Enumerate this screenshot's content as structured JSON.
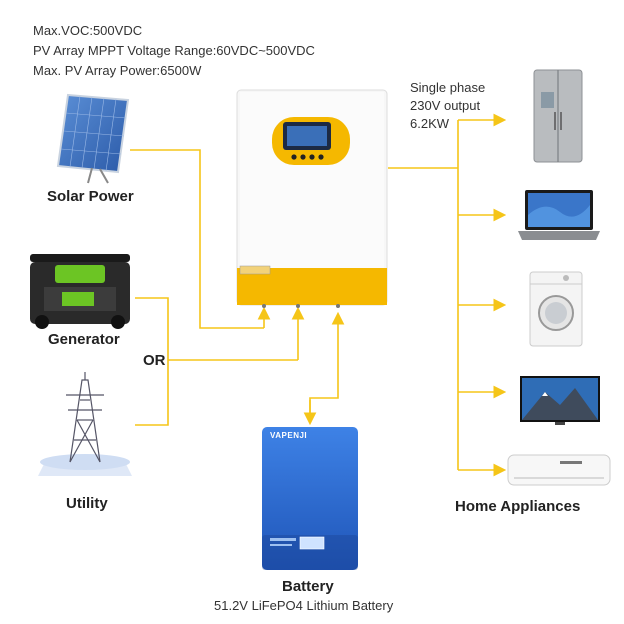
{
  "specs": [
    "Max.VOC:500VDC",
    "PV Array MPPT Voltage Range:60VDC~500VDC",
    "Max. PV Array Power:6500W"
  ],
  "sources": {
    "solar": "Solar Power",
    "generator": "Generator",
    "or": "OR",
    "utility": "Utility"
  },
  "output": [
    "Single phase",
    "230V output",
    "6.2KW"
  ],
  "battery": {
    "title": "Battery",
    "subtitle": "51.2V LiFePO4 Lithium Battery",
    "brand": "VAPENJI"
  },
  "appliances_label": "Home Appliances",
  "colors": {
    "line": "#F5C518",
    "inverter_accent": "#F5B800",
    "battery_blue": "#2F6FD3"
  }
}
